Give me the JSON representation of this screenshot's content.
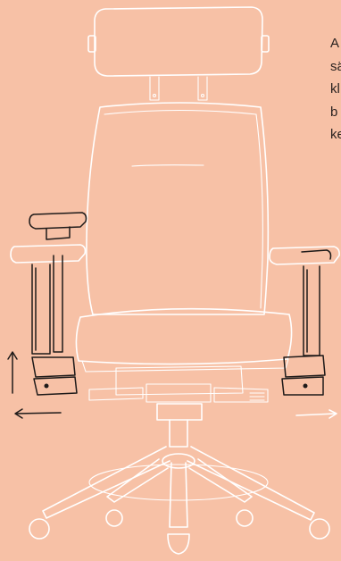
{
  "caption_lines": [
    "A",
    "sä",
    "kl",
    "b",
    "ke"
  ],
  "illustration": {
    "subject": "office-chair-line-drawing",
    "line_color": "#ffffff",
    "highlight_color": "#1e1a19",
    "background_color": "#f7c1a6"
  }
}
